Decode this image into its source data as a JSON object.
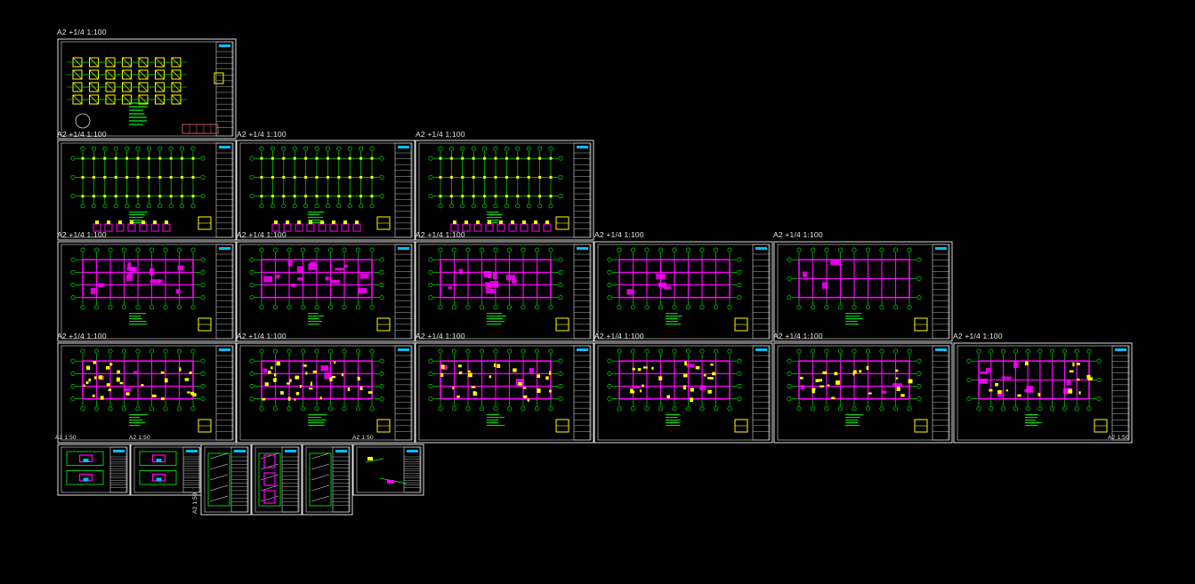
{
  "app": {
    "title": "CAD model space - structural drawing set"
  },
  "colors": {
    "background": "#000000",
    "frame": "#dcdcdc",
    "grid": "#00ff00",
    "walls": "#ff00ff",
    "annotation": "#ffff00",
    "text": "#e6e6e6"
  },
  "sheet_labels": {
    "r0": "A2 +1/4  1:100",
    "r1c0": "A2 +1/4  1:100",
    "r1c1": "A2 +1/4  1:100",
    "r1c2": "A2 +1/4  1:100",
    "r2c0": "A2 +1/4  1:100",
    "r2c1": "A2 +1/4  1:100",
    "r2c2": "A2 +1/4  1:100",
    "r2c3": "A2 +1/4  1:100",
    "r2c4": "A2 +1/4  1:100",
    "r3c0": "A2 +1/4  1:100",
    "r3c1": "A2 +1/4  1:100",
    "r3c2": "A2 +1/4  1:100",
    "r3c3": "A2 +1/4  1:100",
    "r3c4": "A2 +1/4  1:100",
    "r3c5": "A2 +1/4  1:100",
    "r4c0": "A2 1:50",
    "r4c1": "A2 1:50",
    "r4c2": "A2 1:50",
    "r4c3": "A2 1:50",
    "r4v": "A2 1:50"
  }
}
